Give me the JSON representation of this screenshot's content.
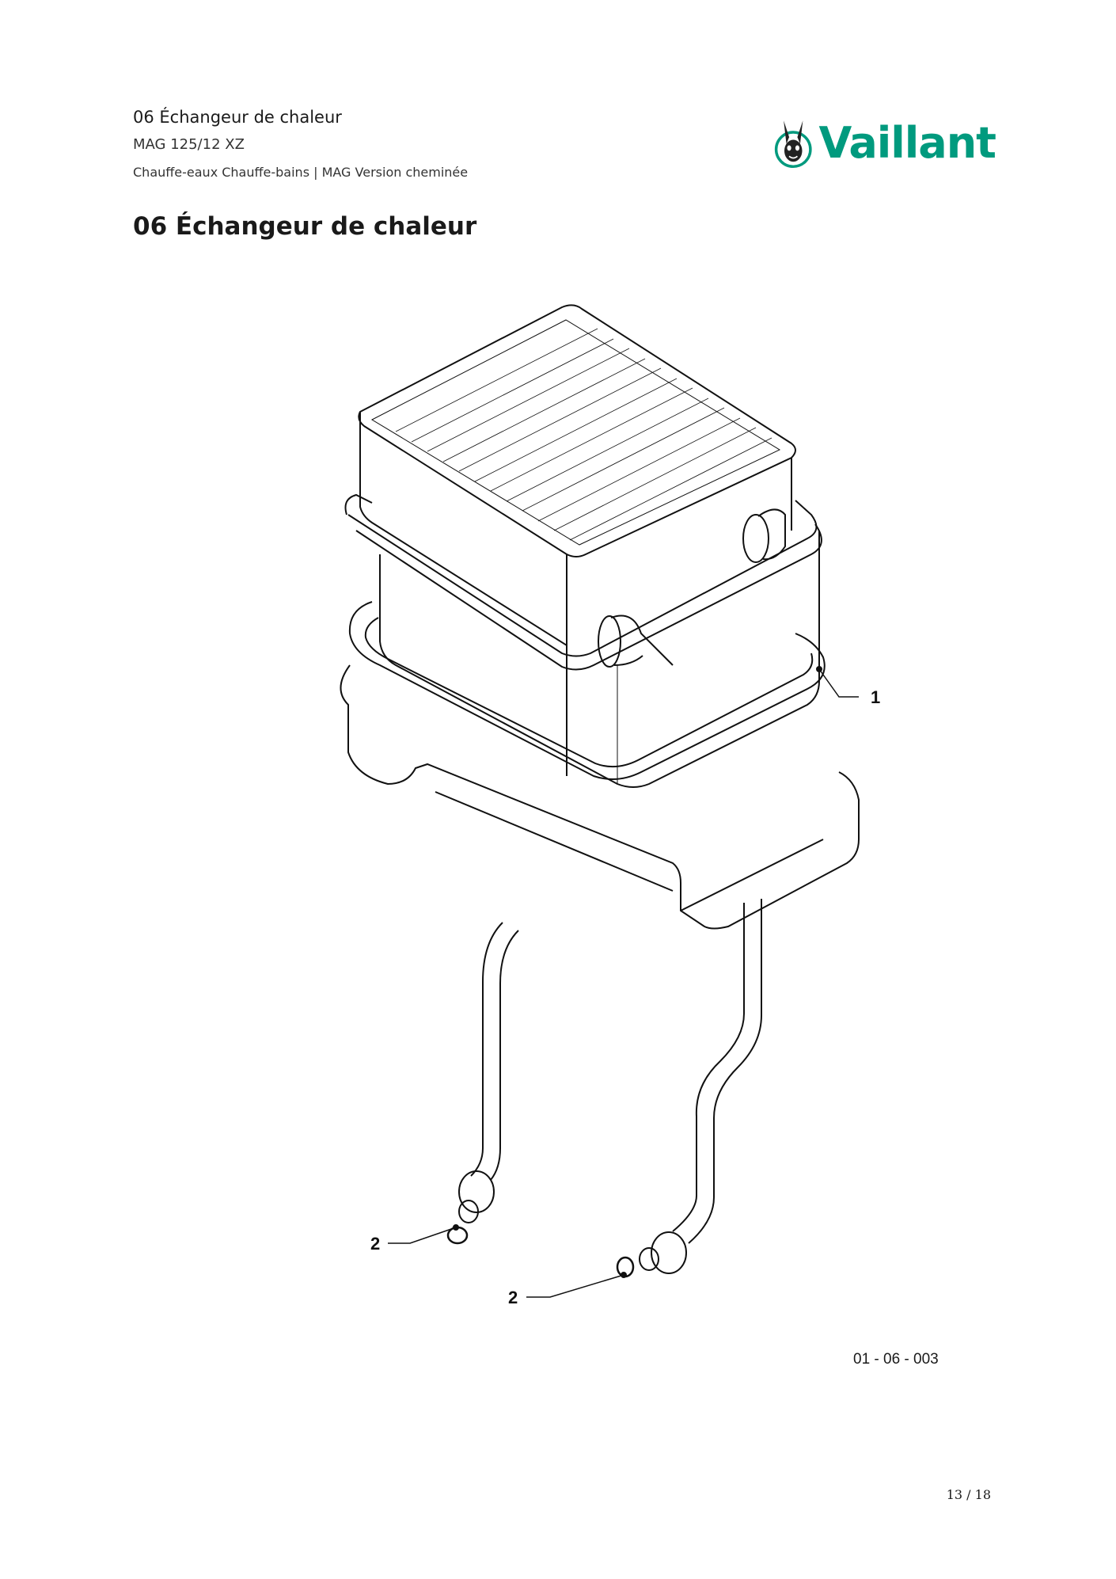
{
  "header": {
    "section": "06 Échangeur de chaleur",
    "model": "MAG 125/12 XZ",
    "category": "Chauffe-eaux Chauffe-bains | MAG Version cheminée"
  },
  "logo": {
    "text": "Vaillant",
    "color": "#009a7e",
    "icon": "hare-icon"
  },
  "title": "06 Échangeur de chaleur",
  "diagram": {
    "callouts": [
      "1",
      "2",
      "2"
    ],
    "drawing_code": "01 - 06 - 003"
  },
  "page_number": "13 / 18"
}
